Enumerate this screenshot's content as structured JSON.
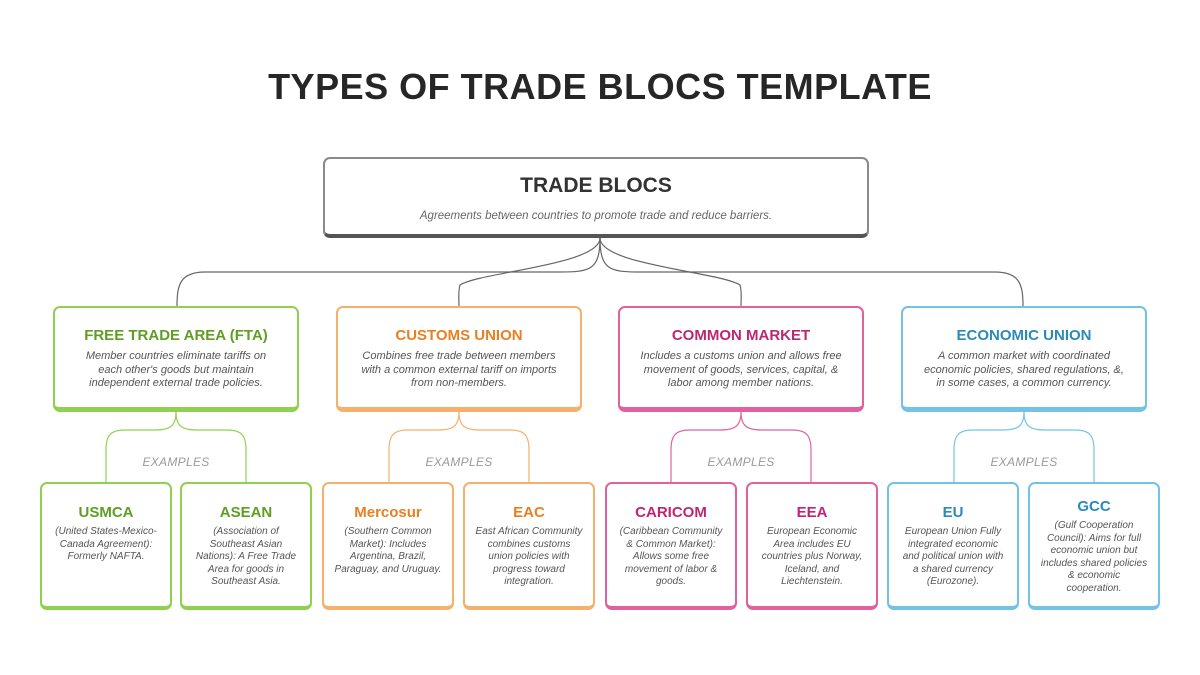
{
  "title": "TYPES OF TRADE BLOCS TEMPLATE",
  "root": {
    "title": "TRADE BLOCS",
    "description": "Agreements between countries to promote trade and reduce barriers."
  },
  "examples_label": "EXAMPLES",
  "colors": {
    "green": "#8fd14f",
    "orange": "#f5b06c",
    "pink": "#e2609e",
    "blue": "#72c3e6",
    "root_border": "#8a8a8a"
  },
  "categories": [
    {
      "title": "FREE TRADE AREA (FTA)",
      "description": "Member countries eliminate tariffs on each other's goods but maintain independent external trade policies.",
      "examples": [
        {
          "title": "USMCA",
          "description": "(United States-Mexico-Canada Agreement): Formerly NAFTA."
        },
        {
          "title": "ASEAN",
          "description": "(Association of Southeast Asian Nations): A Free Trade Area for goods in Southeast Asia."
        }
      ]
    },
    {
      "title": "CUSTOMS UNION",
      "description": "Combines free trade between members with a common external tariff on imports from non-members.",
      "examples": [
        {
          "title": "Mercosur",
          "description": "(Southern Common Market): Includes Argentina, Brazil, Paraguay, and Uruguay."
        },
        {
          "title": "EAC",
          "description": "East African Community combines customs union policies with progress toward integration."
        }
      ]
    },
    {
      "title": "COMMON MARKET",
      "description": "Includes a customs union and allows free movement of goods, services, capital, & labor among member nations.",
      "examples": [
        {
          "title": "CARICOM",
          "description": "(Caribbean Community & Common Market): Allows some free movement of labor & goods."
        },
        {
          "title": "EEA",
          "description": "European Economic Area includes EU countries plus Norway, Iceland, and Liechtenstein."
        }
      ]
    },
    {
      "title": "ECONOMIC UNION",
      "description": "A common market with coordinated economic policies, shared regulations, &, in some cases, a common currency.",
      "examples": [
        {
          "title": "EU",
          "description": "European Union Fully integrated economic and political union with a shared currency (Eurozone)."
        },
        {
          "title": "GCC",
          "description": "(Gulf Cooperation Council): Aims for full economic union but includes shared policies & economic cooperation."
        }
      ]
    }
  ]
}
